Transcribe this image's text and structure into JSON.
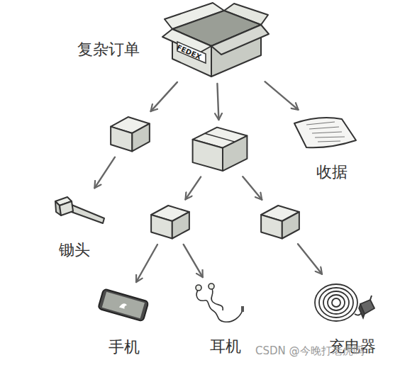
{
  "diagram": {
    "nodes": [
      {
        "text": [
          "复杂订单",
          "FEDEX"
        ]
      },
      {
        "text": []
      },
      {
        "text": []
      },
      {
        "text": [
          "收据"
        ]
      },
      {
        "text": [
          "锄头"
        ]
      },
      {
        "text": []
      },
      {
        "text": []
      },
      {
        "text": [
          "手机"
        ]
      },
      {
        "text": [
          "耳机"
        ]
      },
      {
        "text": [
          "充电器"
        ]
      }
    ],
    "edges": [
      {
        "from": 0,
        "to": 1,
        "arrow": "to"
      },
      {
        "from": 0,
        "to": 2,
        "arrow": "to"
      },
      {
        "from": 0,
        "to": 3,
        "arrow": "to"
      },
      {
        "from": 1,
        "to": 4,
        "arrow": "to"
      },
      {
        "from": 2,
        "to": 5,
        "arrow": "to"
      },
      {
        "from": 2,
        "to": 6,
        "arrow": "to"
      },
      {
        "from": 5,
        "to": 7,
        "arrow": "to"
      },
      {
        "from": 5,
        "to": 8,
        "arrow": "to"
      },
      {
        "from": 6,
        "to": 9,
        "arrow": "to"
      }
    ],
    "labels": [
      "CSDN @今晚打老虎吗"
    ]
  }
}
